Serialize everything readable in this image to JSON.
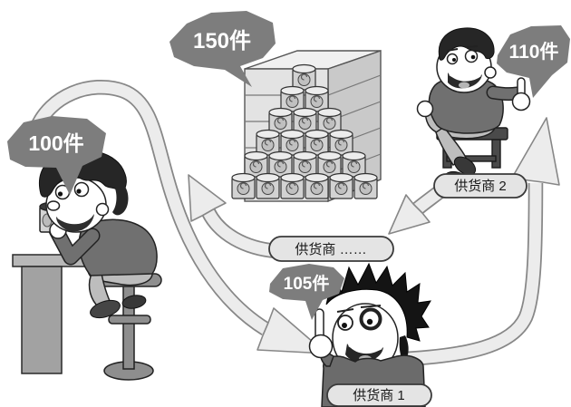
{
  "scene": {
    "speech_bubbles": {
      "warehouse_stock": "150件",
      "customer_order": "100件",
      "supplier2_order": "110件",
      "supplier1_order": "105件"
    },
    "name_tags": {
      "supplier2": "供货商 2",
      "suppliers_chain": "供货商 ……",
      "supplier1": "供货商 1"
    },
    "colors": {
      "background": "#ffffff",
      "speech_bubble_fill": "#7d7d7d",
      "speech_bubble_text": "#ffffff",
      "arrow_fill": "#ececec",
      "arrow_outline": "#878787",
      "name_tag_fill": "#e4e4e4",
      "name_tag_outline": "#3a3a3a",
      "outline_ink": "#222222",
      "sweater_gray": "#707070",
      "pants_gray": "#bdbdbd",
      "hair_black": "#1d1d1d",
      "can_gray": "#d2d2d2",
      "box_gray": "#e3e3e3"
    }
  }
}
